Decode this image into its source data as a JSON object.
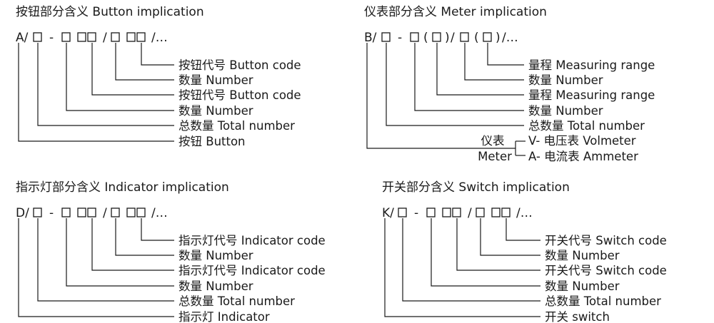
{
  "sections": [
    {
      "id": "button",
      "title": "按钮部分含义 Button implication",
      "prefix": "A/",
      "labels": [
        "按钮代号 Button code",
        "数量 Number",
        "按钮代号 Button code",
        "数量 Number",
        "总数量 Total number",
        "按钮 Button"
      ]
    },
    {
      "id": "meter",
      "title": "仪表部分含义 Meter implication",
      "prefix": "B/",
      "labels": [
        "量程 Measuring range",
        "数量 Number",
        "量程 Measuring range",
        "数量 Number",
        "总数量 Total number"
      ],
      "type_caption_cn": "仪表",
      "type_caption_en": "Meter",
      "type_options": [
        "V- 电压表 Volmeter",
        "A- 电流表 Ammeter"
      ]
    },
    {
      "id": "indicator",
      "title": "指示灯部分含义 Indicator implication",
      "prefix": "D/",
      "labels": [
        "指示灯代号 Indicator code",
        "数量 Number",
        "指示灯代号 Indicator code",
        "数量 Number",
        "总数量 Total number",
        "指示灯 Indicator"
      ]
    },
    {
      "id": "switch",
      "title": "开关部分含义 Switch implication",
      "prefix": "K/",
      "labels": [
        "开关代号 Switch code",
        "数量 Number",
        "开关代号 Switch code",
        "数量 Number",
        "总数量 Total number",
        "开关 switch"
      ]
    }
  ],
  "symbols": {
    "dash": "-",
    "slash": "/",
    "ellipsis": "/…",
    "open_paren": "(",
    "close_paren": ")"
  }
}
